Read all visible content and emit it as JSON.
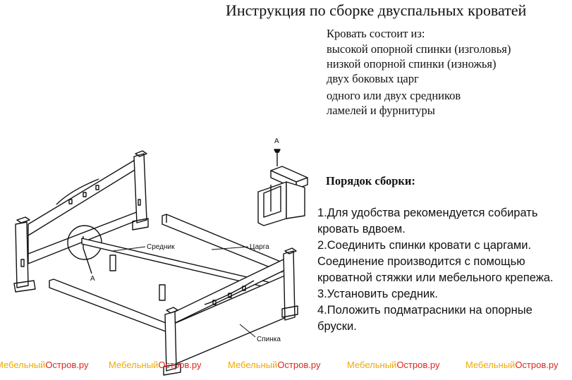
{
  "title": "Инструкция по сборке двуспальных кроватей",
  "composition": {
    "heading": "Кровать состоит из:",
    "items": [
      "высокой опорной спинки (изголовья)",
      "низкой опорной спинки (изножья)",
      "двух боковых царг",
      "одного или двух средников",
      "ламелей и фурнитуры"
    ]
  },
  "order": {
    "heading": "Порядок сборки:",
    "steps": [
      "1.Для удобства рекомендуется собирать",
      "кровать вдвоем.",
      "2.Соединить спинки кровати с царгами.",
      "Соединение производится с помощью",
      "кроватной стяжки или мебельного крепежа.",
      "3.Установить средник.",
      "4.Положить подматрасники на опорные",
      "бруски."
    ]
  },
  "drawing_labels": {
    "srednik": "Средник",
    "tsarga": "Царга",
    "spinka": "Спинка",
    "a_main": "А",
    "a_detail": "А"
  },
  "watermark": {
    "part1": "Мебельный",
    "part2": "Остров.ру",
    "colors": {
      "part1": "#f2a900",
      "part2": "#e0261d"
    }
  }
}
